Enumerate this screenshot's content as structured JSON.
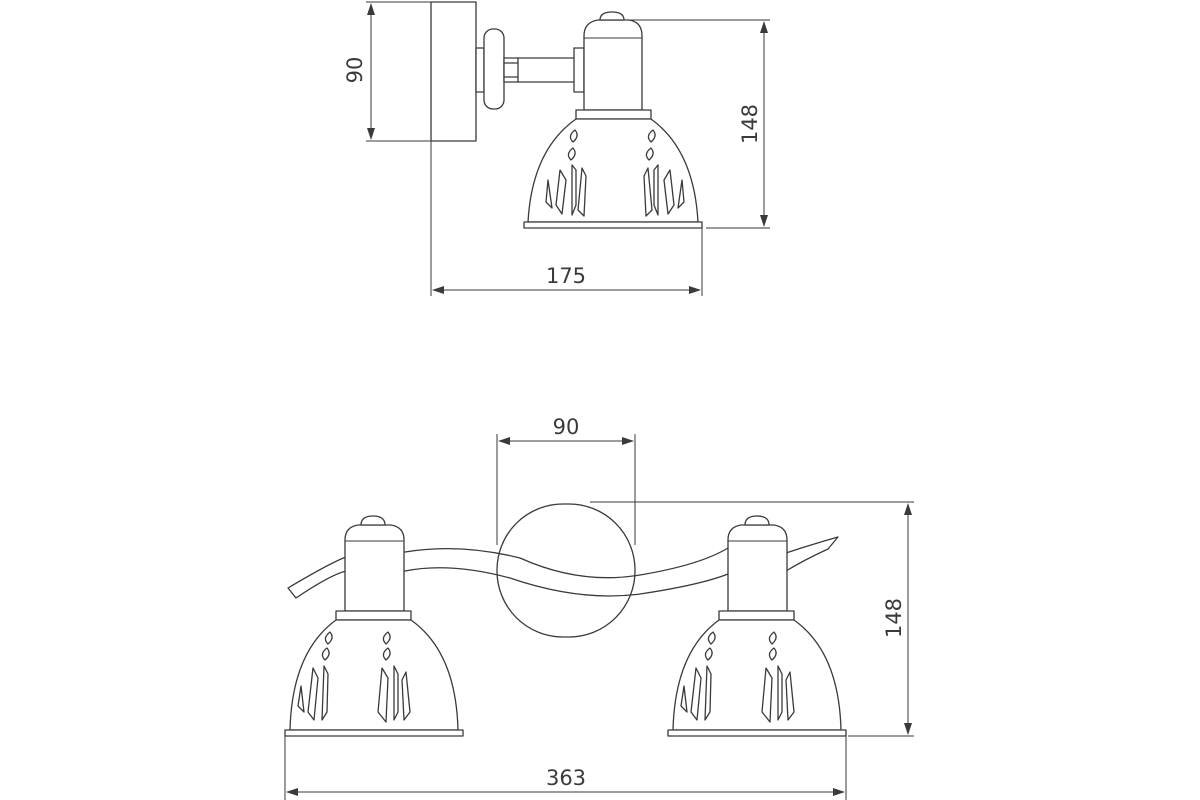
{
  "dimensions": {
    "side_height": "90",
    "side_total_height": "148",
    "side_width": "175",
    "front_plate_width": "90",
    "front_total_height": "148",
    "front_total_width": "363"
  }
}
